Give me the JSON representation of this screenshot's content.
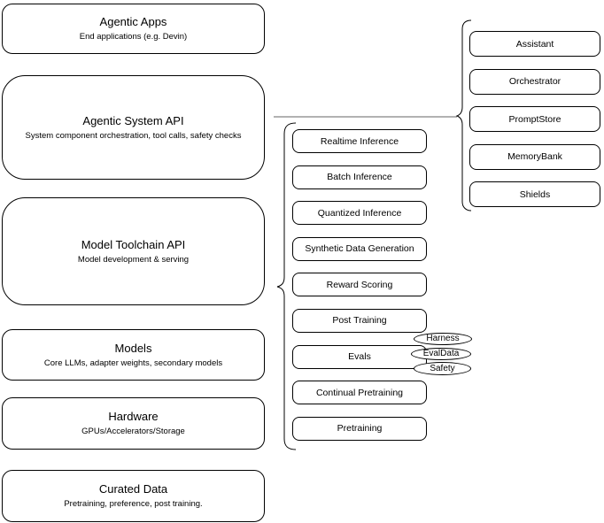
{
  "diagram_title": "Agentic system stack diagram",
  "layers": [
    {
      "title": "Agentic Apps",
      "subtitle": "End applications (e.g. Devin)"
    },
    {
      "title": "Agentic System API",
      "subtitle": "System component orchestration, tool calls, safety checks"
    },
    {
      "title": "Model Toolchain API",
      "subtitle": "Model development & serving"
    },
    {
      "title": "Models",
      "subtitle": "Core LLMs, adapter weights, secondary models"
    },
    {
      "title": "Hardware",
      "subtitle": "GPUs/Accelerators/Storage"
    },
    {
      "title": "Curated Data",
      "subtitle": "Pretraining, preference, post training."
    }
  ],
  "toolchain_services": [
    "Realtime Inference",
    "Batch Inference",
    "Quantized Inference",
    "Synthetic Data Generation",
    "Reward Scoring",
    "Post Training",
    "Evals",
    "Continual Pretraining",
    "Pretraining"
  ],
  "evals_tags": [
    "Harness",
    "EvalData",
    "Safety"
  ],
  "system_components": [
    "Assistant",
    "Orchestrator",
    "PromptStore",
    "MemoryBank",
    "Shields"
  ],
  "colors": {
    "background": "#ffffff",
    "box_fill": "#ffffff",
    "border": "#000000",
    "text": "#000000",
    "connector_line": "#666666"
  }
}
